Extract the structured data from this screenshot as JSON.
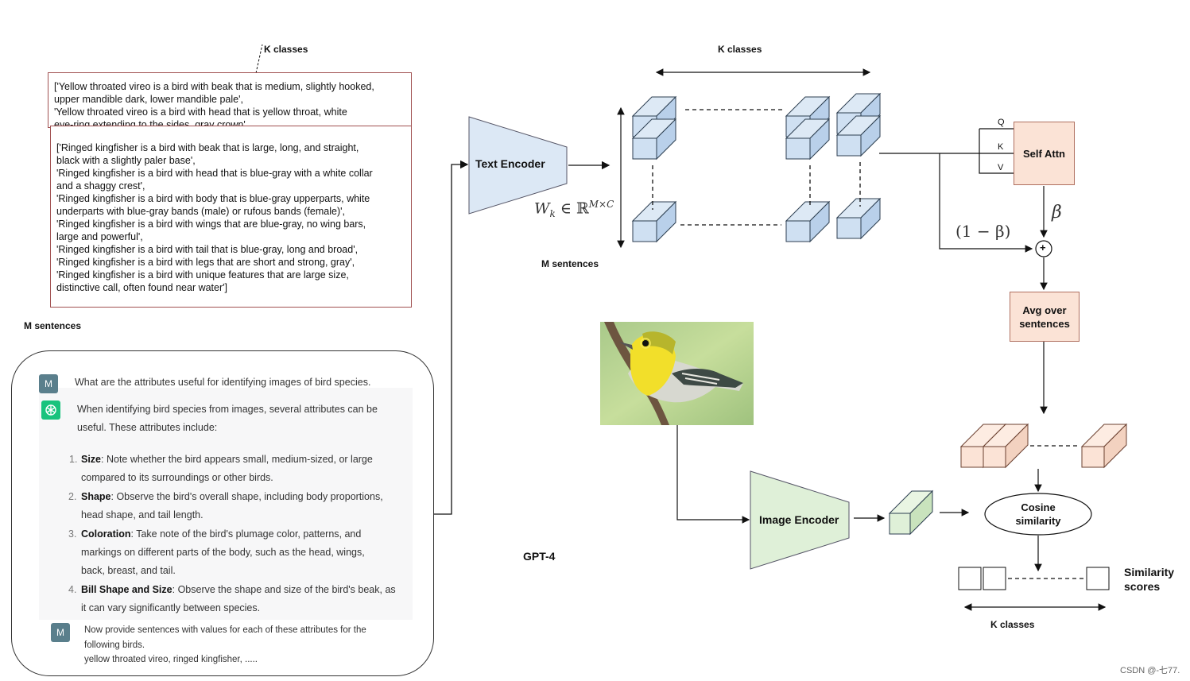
{
  "labels": {
    "k_classes_top_left": "K classes",
    "k_classes_top": "K classes",
    "k_classes_bottom": "K classes",
    "m_sentences_left": "M sentences",
    "m_sentences_mid": "M sentences",
    "text_encoder": "Text Encoder",
    "image_encoder": "Image Encoder",
    "self_attn": "Self Attn",
    "avg_line1": "Avg over",
    "avg_line2": "sentences",
    "cosine_line1": "Cosine",
    "cosine_line2": "similarity",
    "similarity_line1": "Similarity",
    "similarity_line2": "scores",
    "gpt4": "GPT-4",
    "q": "Q",
    "k": "K",
    "v": "V",
    "beta": "β",
    "one_minus_beta": "(1 − β)",
    "plus": "+",
    "wk_main": "W",
    "wk_sub": "k",
    "wk_in": " ∈ ℝ",
    "wk_sup": "M×C",
    "watermark": "CSDN @-七77."
  },
  "back_box": [
    "['Yellow throated vireo is a bird with beak that is medium, slightly hooked,",
    "upper mandible dark, lower mandible pale',",
    " 'Yellow throated vireo is a bird with head that is yellow throat, white",
    "eye-ring extending to the sides, gray crown',"
  ],
  "front_box": [
    "['Ringed kingfisher is a bird with beak that is large, long, and straight,",
    "black with a slightly paler base',",
    " 'Ringed kingfisher is a bird with head that is blue-gray with a white collar",
    "and a shaggy crest',",
    " 'Ringed kingfisher is a bird with body that is blue-gray upperparts, white",
    "underparts with blue-gray bands (male) or rufous bands (female)',",
    " 'Ringed kingfisher is a bird with wings that are blue-gray, no wing bars,",
    "large and powerful',",
    " 'Ringed kingfisher is a bird with tail that is blue-gray, long and broad',",
    " 'Ringed kingfisher is a bird with legs that are short and strong, gray',",
    " 'Ringed kingfisher is a bird with unique features that are large size,",
    "distinctive call, often found near water']"
  ],
  "chat": {
    "user_avatar": "M",
    "user_question": "What are the attributes useful for identifying images of bird species.",
    "reply_intro_1": "When identifying bird species from images, several attributes can be",
    "reply_intro_2": "useful. These attributes include:",
    "items": [
      {
        "num": "1.",
        "title": "Size",
        "line1": ": Note whether the bird appears small, medium-sized, or large",
        "line2": "compared to its surroundings or other birds.",
        "line3": ""
      },
      {
        "num": "2.",
        "title": "Shape",
        "line1": ": Observe the bird's overall shape, including body proportions,",
        "line2": "head shape, and tail length.",
        "line3": ""
      },
      {
        "num": "3.",
        "title": "Coloration",
        "line1": ": Take note of the bird's plumage color, patterns, and",
        "line2": "markings on different parts of the body, such as the head, wings,",
        "line3": "back, breast, and tail."
      },
      {
        "num": "4.",
        "title": "Bill Shape and Size",
        "line1": ": Observe the shape and size of the bird's beak, as",
        "line2": "it can vary significantly between species.",
        "line3": ""
      }
    ],
    "followup_1": "Now provide sentences with values for each of these attributes for the",
    "followup_2": "following birds.",
    "followup_3": "yellow throated vireo, ringed kingfisher, ....."
  },
  "colors": {
    "cube_blue": "#cfe0f2",
    "cube_green": "#dff0d8",
    "cube_peach": "#fbe3d6",
    "encoder_blue": "#dce8f5",
    "encoder_green": "#dff0d8",
    "chatgpt_green": "#19c37d",
    "user_avatar": "#5a7f8c"
  },
  "icons": [
    "openai-logo-icon",
    "bird-photo"
  ]
}
